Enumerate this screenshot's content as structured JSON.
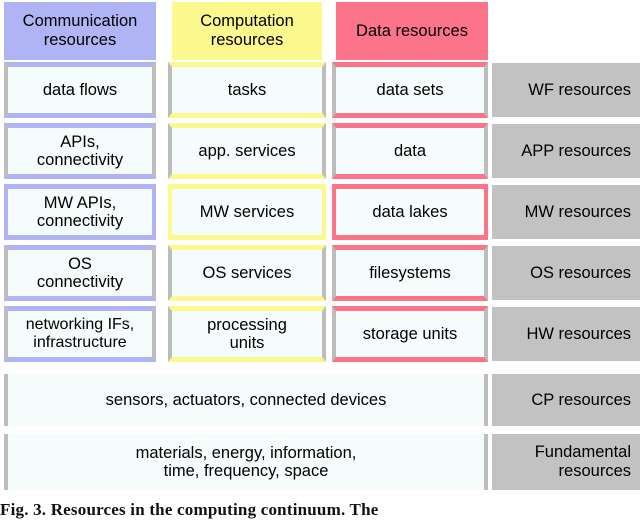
{
  "figure": {
    "caption": "Fig. 3.   Resources in the computing continuum. The"
  },
  "columns": [
    {
      "key": "communication",
      "header_line1": "Communication",
      "header_line2": "resources",
      "color": "#b0b4f5"
    },
    {
      "key": "computation",
      "header_line1": "Computation",
      "header_line2": "resources",
      "color": "#fbf88e"
    },
    {
      "key": "data",
      "header_line1": "Data",
      "header_line2": "resources",
      "color": "#fb7489"
    }
  ],
  "layers": [
    {
      "right_label_line1": "WF",
      "right_label_line2": "resources",
      "highlighted": false,
      "communication": "data flows",
      "computation": "tasks",
      "data": "data sets"
    },
    {
      "right_label_line1": "APP",
      "right_label_line2": "resources",
      "highlighted": false,
      "communication_line1": "APIs,",
      "communication_line2": "connectivity",
      "computation": "app. services",
      "data": "data"
    },
    {
      "right_label_line1": "MW",
      "right_label_line2": "resources",
      "highlighted": true,
      "communication_line1": "MW APIs,",
      "communication_line2": "connectivity",
      "computation": "MW services",
      "data": "data lakes"
    },
    {
      "right_label_line1": "OS",
      "right_label_line2": "resources",
      "highlighted": false,
      "communication_line1": "OS",
      "communication_line2": "connectivity",
      "computation": "OS services",
      "data": "filesystems"
    },
    {
      "right_label_line1": "HW",
      "right_label_line2": "resources",
      "highlighted": false,
      "communication_line1": "networking IFs,",
      "communication_line2": "infrastructure",
      "computation_line1": "processing",
      "computation_line2": "units",
      "data": "storage units"
    }
  ],
  "wide_rows": [
    {
      "text": "sensors, actuators, connected devices",
      "right_label_line1": "CP",
      "right_label_line2": "resources"
    },
    {
      "text_line1": "materials, energy, information,",
      "text_line2": "time, frequency, space",
      "right_label_line1": "Fundamental",
      "right_label_line2": "resources"
    }
  ]
}
